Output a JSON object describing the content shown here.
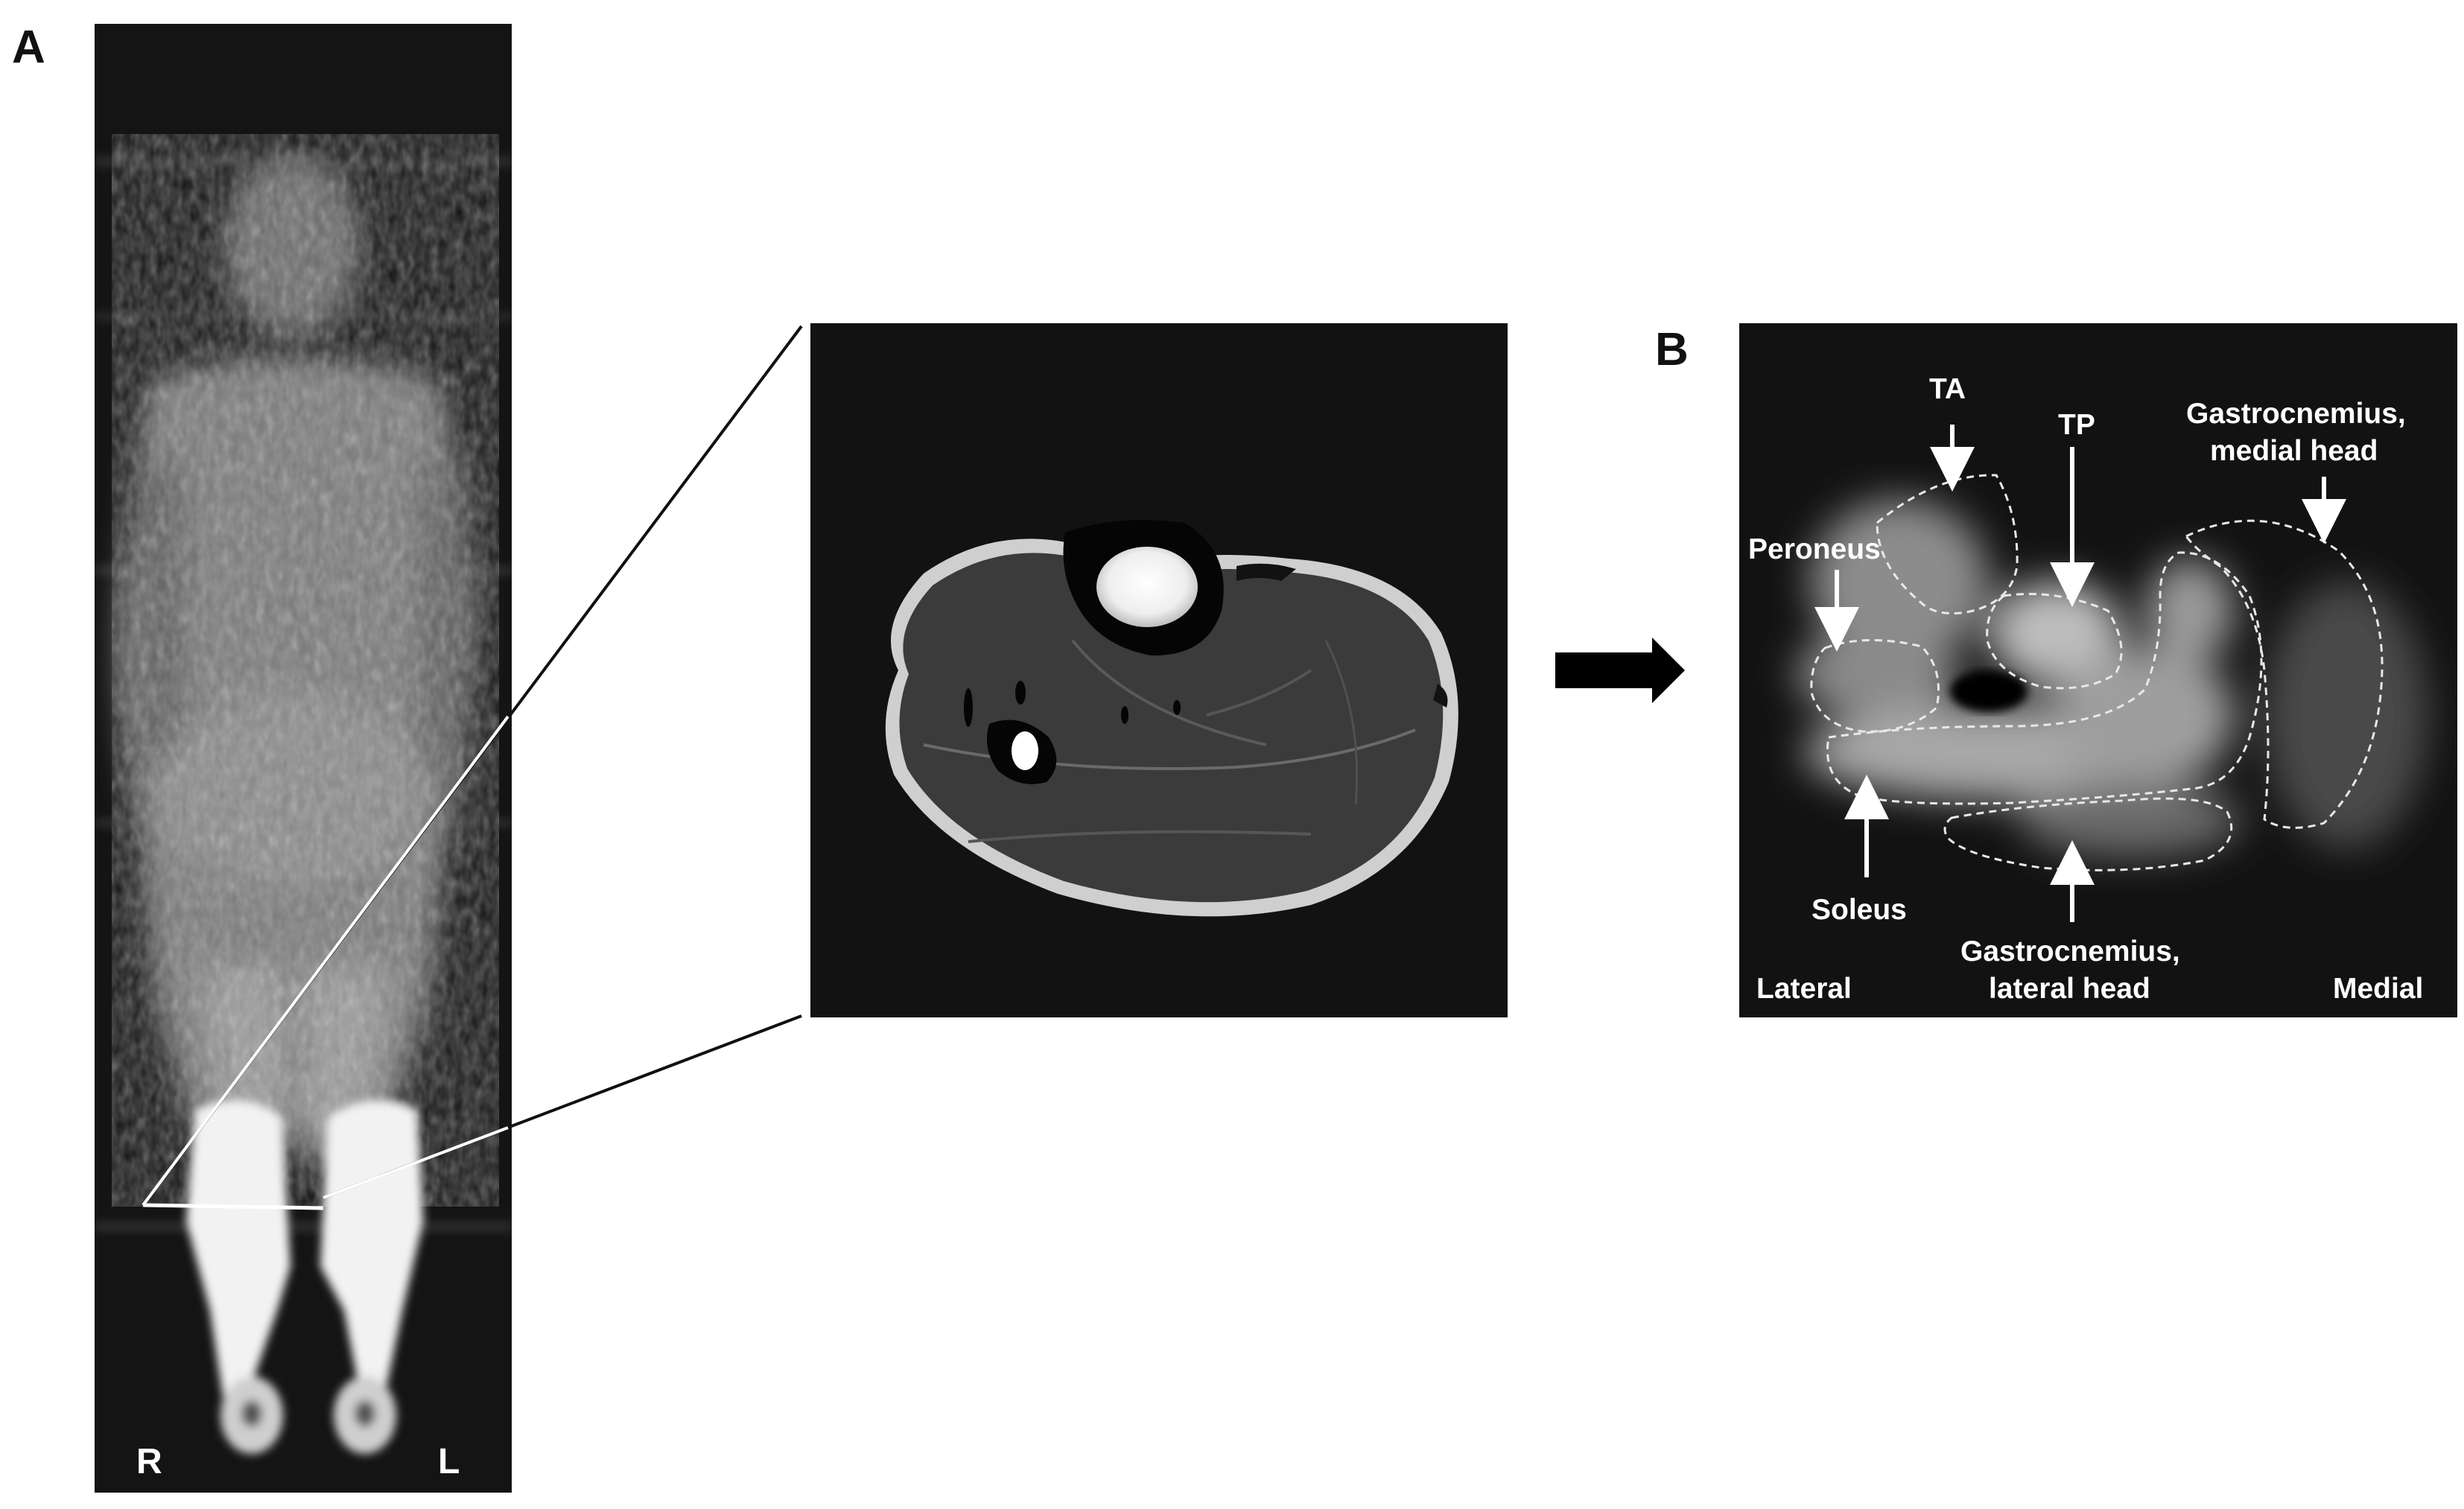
{
  "panels": {
    "a": {
      "letter": "A",
      "side_right": "R",
      "side_left": "L"
    },
    "b": {
      "letter": "B",
      "labels": {
        "ta": "TA",
        "tp": "TP",
        "gastro_medial_line1": "Gastrocnemius,",
        "gastro_medial_line2": "medial head",
        "peroneus": "Peroneus",
        "soleus": "Soleus",
        "gastro_lateral_line1": "Gastrocnemius,",
        "gastro_lateral_line2": "lateral head",
        "lateral": "Lateral",
        "medial": "Medial"
      }
    }
  },
  "colors": {
    "background": "#ffffff",
    "scan_bg": "#101010",
    "label_text": "#ffffff",
    "letter_text": "#111111",
    "pointer_line": "#111111"
  }
}
